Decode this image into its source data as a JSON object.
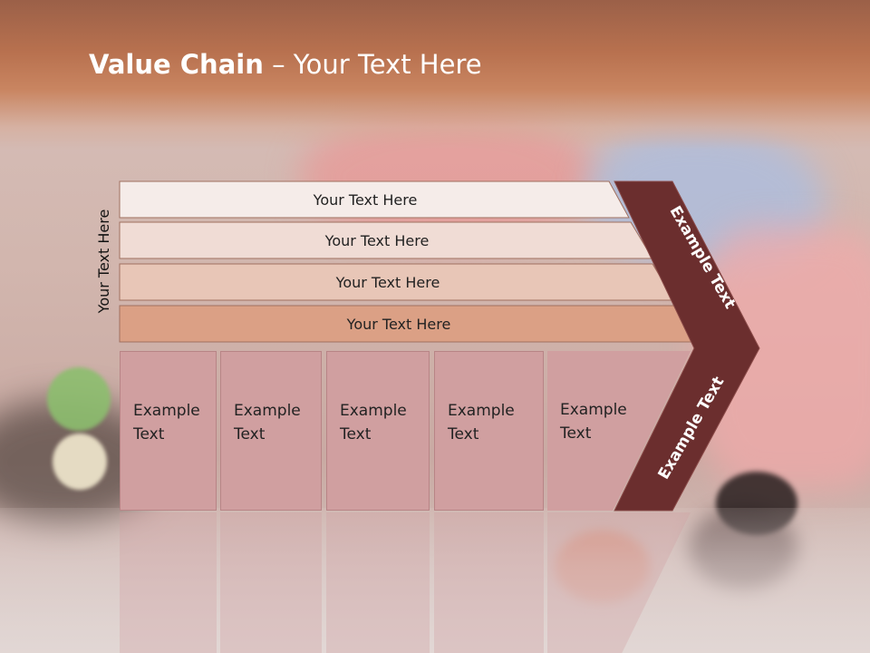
{
  "slide": {
    "title_bold": "Value Chain",
    "title_rest": " – Your Text Here",
    "side_label": "Your Text Here",
    "bars": [
      {
        "label": "Your Text Here"
      },
      {
        "label": "Your Text Here"
      },
      {
        "label": "Your Text Here"
      },
      {
        "label": "Your Text Here"
      }
    ],
    "boxes": [
      {
        "line1": "Example",
        "line2": "Text"
      },
      {
        "line1": "Example",
        "line2": "Text"
      },
      {
        "line1": "Example",
        "line2": "Text"
      },
      {
        "line1": "Example",
        "line2": "Text"
      },
      {
        "line1": "Example",
        "line2": "Text"
      }
    ],
    "chevron_top_label": "Example Text",
    "chevron_bottom_label": "Example Text"
  },
  "colors": {
    "header": "#b8714f",
    "chevron": "#6b2e2e",
    "box": "#d09fa0",
    "bar_1": "#f5ece9",
    "bar_2": "#f0dcd5",
    "bar_3": "#e8c6b7",
    "bar_4": "#dba085"
  }
}
